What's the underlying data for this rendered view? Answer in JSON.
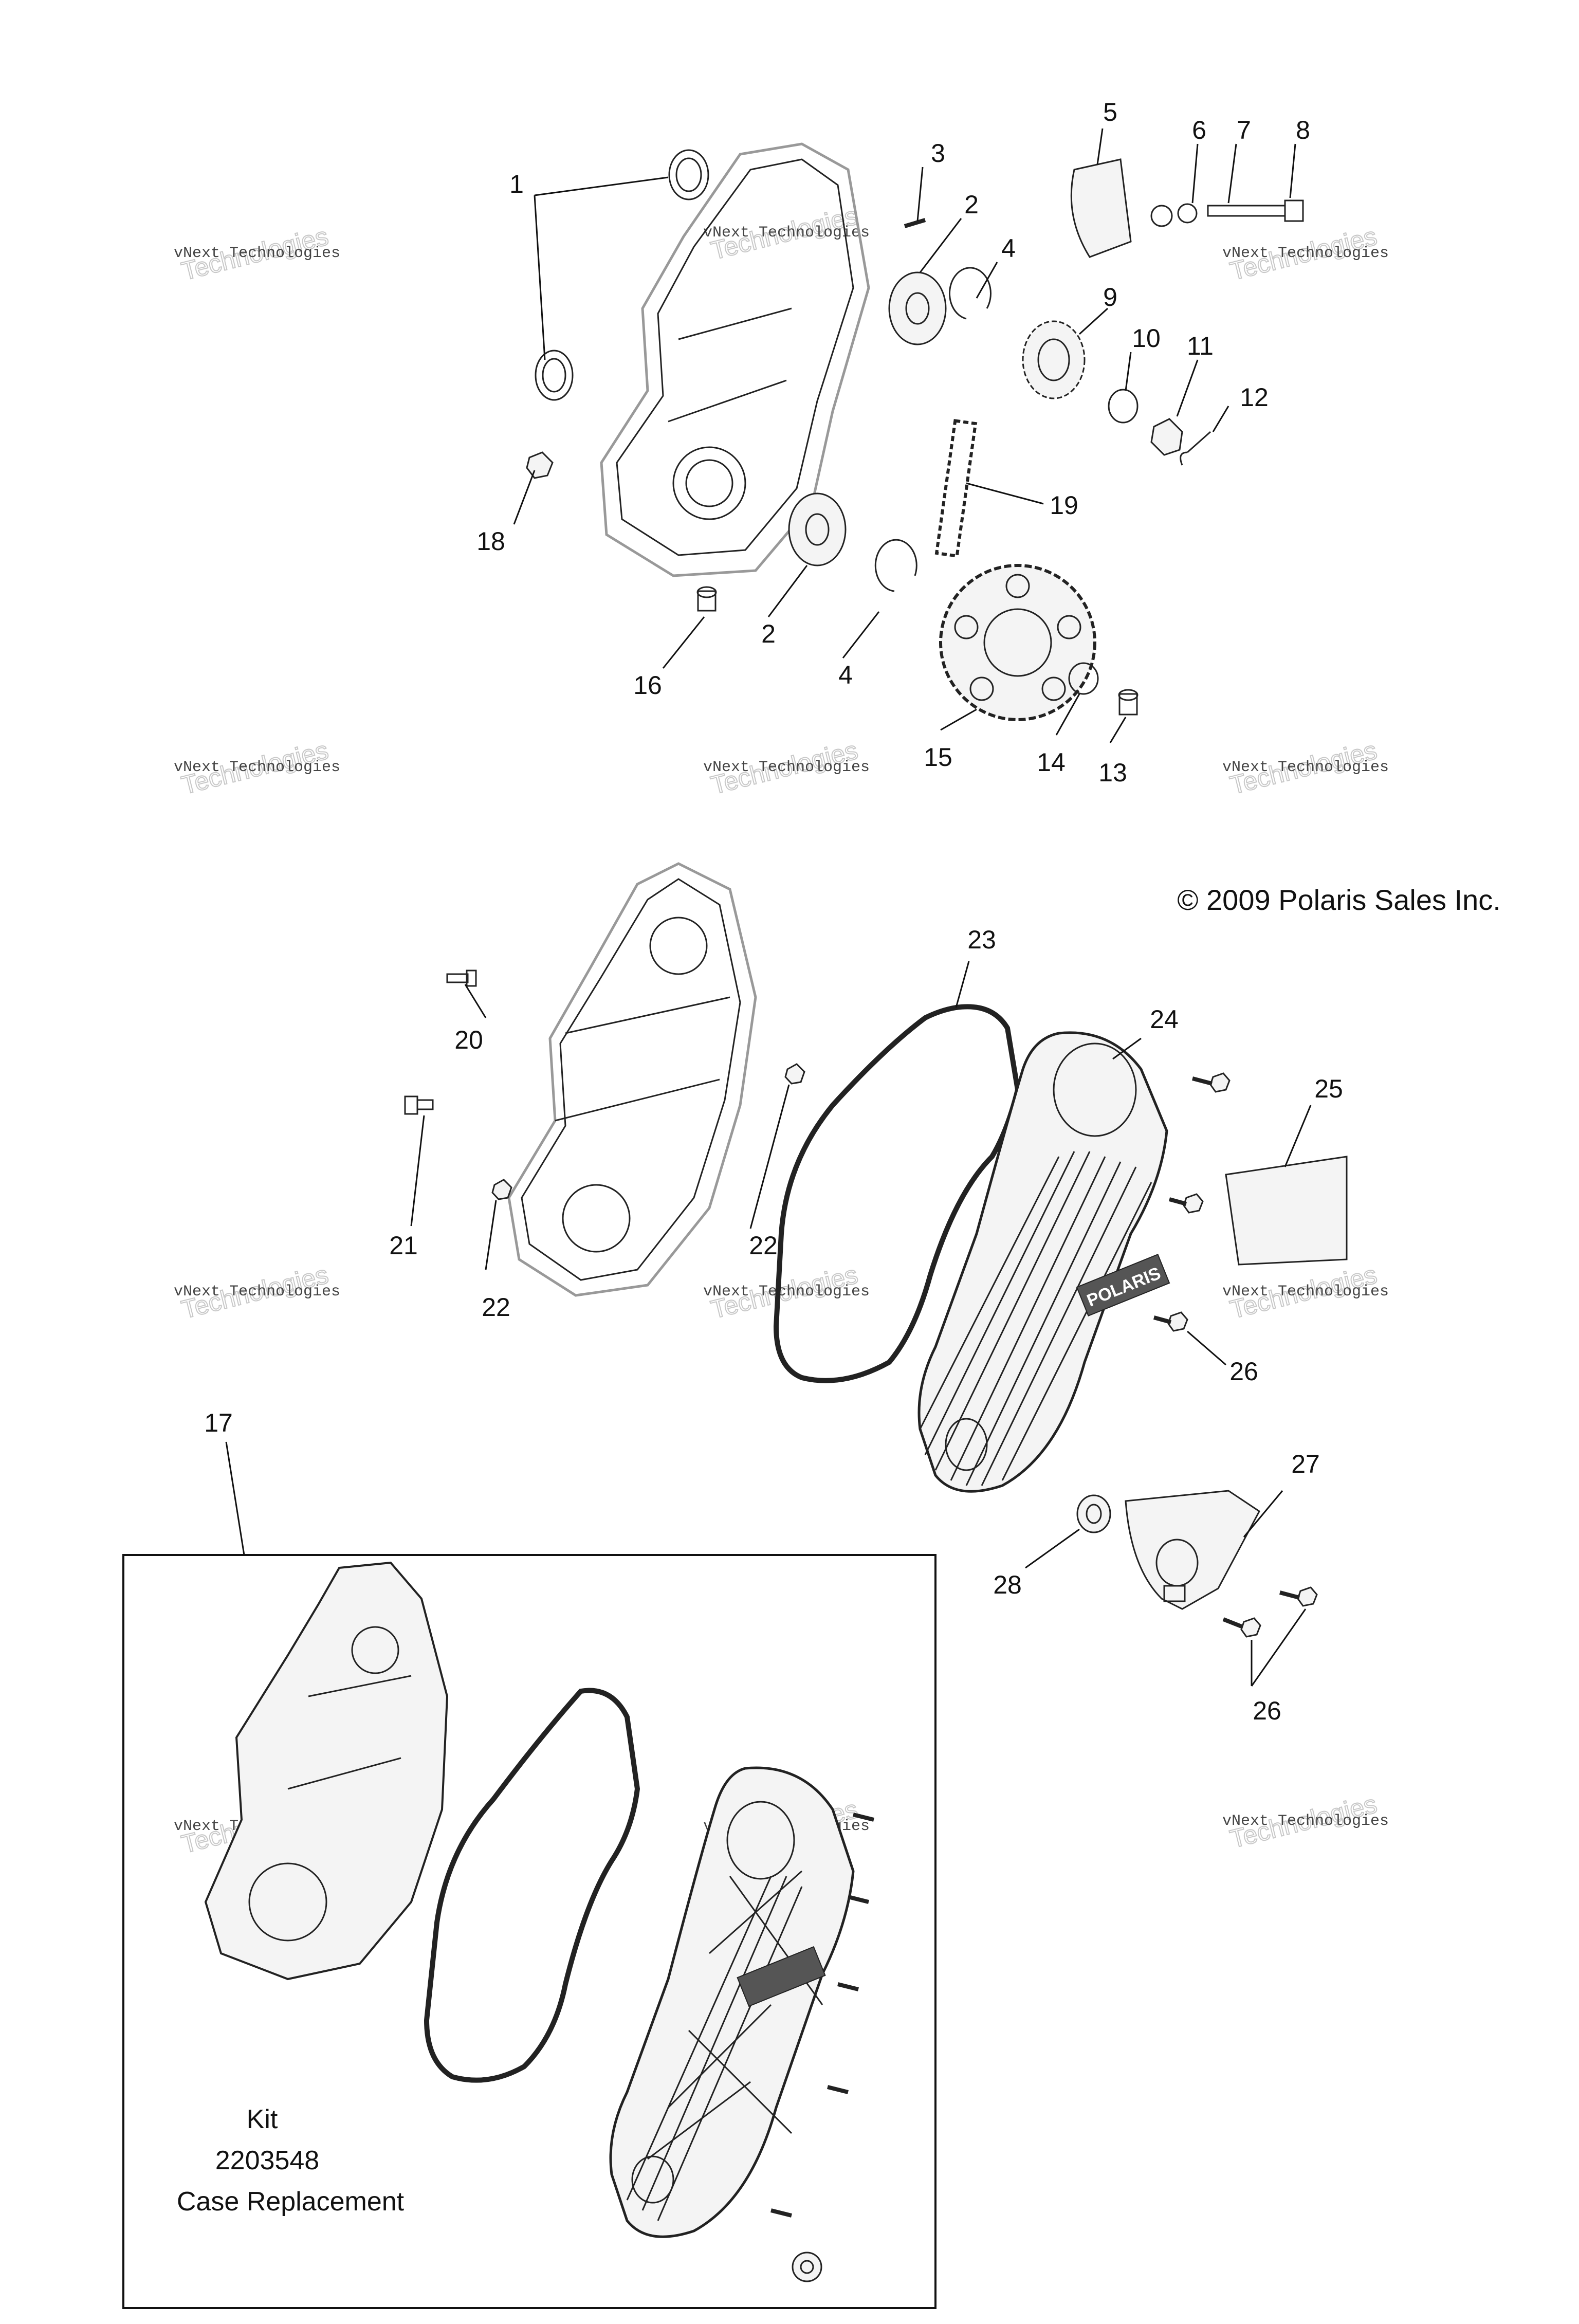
{
  "copyright": "© 2009 Polaris Sales Inc.",
  "watermark": {
    "small": "vNext Technologies",
    "large": "Technologies",
    "top": "vNext"
  },
  "callouts": [
    "1",
    "2",
    "3",
    "4",
    "5",
    "6",
    "7",
    "8",
    "9",
    "10",
    "11",
    "12",
    "13",
    "14",
    "15",
    "16",
    "17",
    "18",
    "19",
    "20",
    "21",
    "22",
    "23",
    "24",
    "25",
    "26",
    "27",
    "28"
  ],
  "labels": {
    "l1": "1",
    "l2a": "2",
    "l2b": "2",
    "l3": "3",
    "l4a": "4",
    "l4b": "4",
    "l5": "5",
    "l6": "6",
    "l7": "7",
    "l8": "8",
    "l9": "9",
    "l10": "10",
    "l11": "11",
    "l12": "12",
    "l13": "13",
    "l14": "14",
    "l15": "15",
    "l16": "16",
    "l17": "17",
    "l18": "18",
    "l19": "19",
    "l20": "20",
    "l21": "21",
    "l22a": "22",
    "l22b": "22",
    "l23": "23",
    "l24": "24",
    "l25": "25",
    "l26a": "26",
    "l26b": "26",
    "l27": "27",
    "l28": "28"
  },
  "kit": {
    "line1": "Kit",
    "line2": "2203548",
    "line3": "Case Replacement"
  },
  "cover_logo": "POLARIS"
}
